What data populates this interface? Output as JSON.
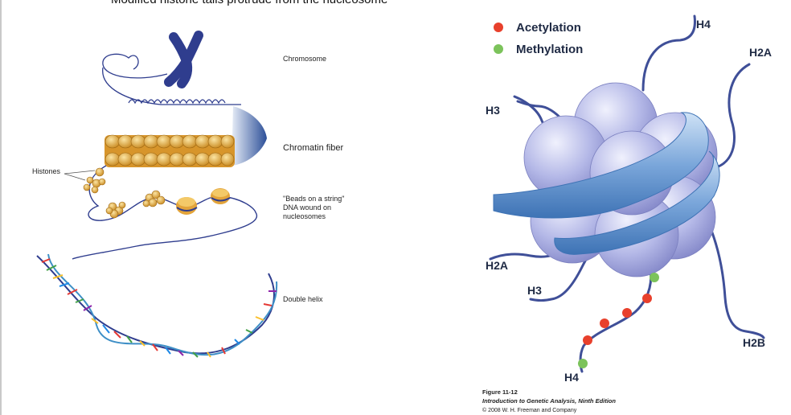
{
  "header": {
    "cut_title": "Modified histone tails protrude from the nucleosome"
  },
  "left_diagram": {
    "labels": {
      "chromosome": "Chromosome",
      "chromatin_fiber": "Chromatin fiber",
      "histones": "Histones",
      "beads_line1": "\"Beads on a string\"",
      "beads_line2": "DNA wound on",
      "beads_line3": "nucleosomes",
      "double_helix": "Double helix"
    }
  },
  "right_diagram": {
    "legend": [
      {
        "label": "Acetylation",
        "color": "#e8402c"
      },
      {
        "label": "Methylation",
        "color": "#7cc35b"
      }
    ],
    "tails": {
      "h4_top": "H4",
      "h2a_right": "H2A",
      "h3_left": "H3",
      "h2a_left": "H2A",
      "h3_bottom": "H3",
      "h2b": "H2B",
      "h4_bottom": "H4"
    },
    "caption": {
      "figure": "Figure 11-12",
      "book": "Introduction to Genetic Analysis, Ninth Edition",
      "copyright": "© 2008 W. H. Freeman and Company"
    }
  },
  "colors": {
    "sphere": "#b3b7e6",
    "ribbon": "#6f9fd6",
    "tail": "#3f4f98",
    "bead": "#e2a93a"
  }
}
